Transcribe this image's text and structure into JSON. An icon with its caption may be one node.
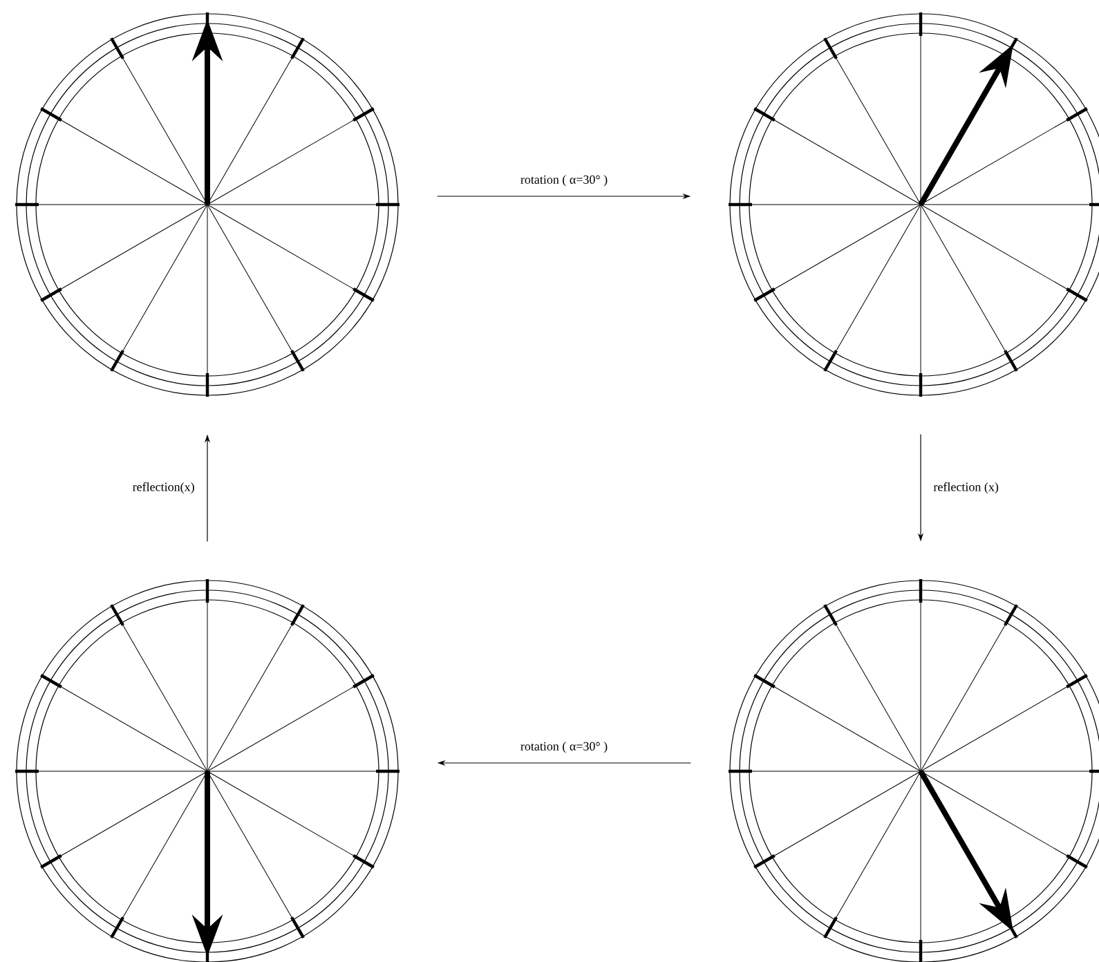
{
  "diagram": {
    "nodes": [
      {
        "text": [],
        "shape": "circle"
      },
      {
        "text": [],
        "shape": "circle"
      },
      {
        "text": [],
        "shape": "circle"
      },
      {
        "text": [],
        "shape": "circle"
      }
    ],
    "edges": [
      {
        "from": 0,
        "to": 1,
        "arrow": "to",
        "label": "rotation ( α=30° )"
      },
      {
        "from": 1,
        "to": 3,
        "arrow": "to",
        "label": "reflection (x)"
      },
      {
        "from": 3,
        "to": 2,
        "arrow": "to",
        "label": "rotation ( α=30° )"
      },
      {
        "from": 2,
        "to": 0,
        "arrow": "to",
        "label": "reflection(x)"
      }
    ]
  }
}
